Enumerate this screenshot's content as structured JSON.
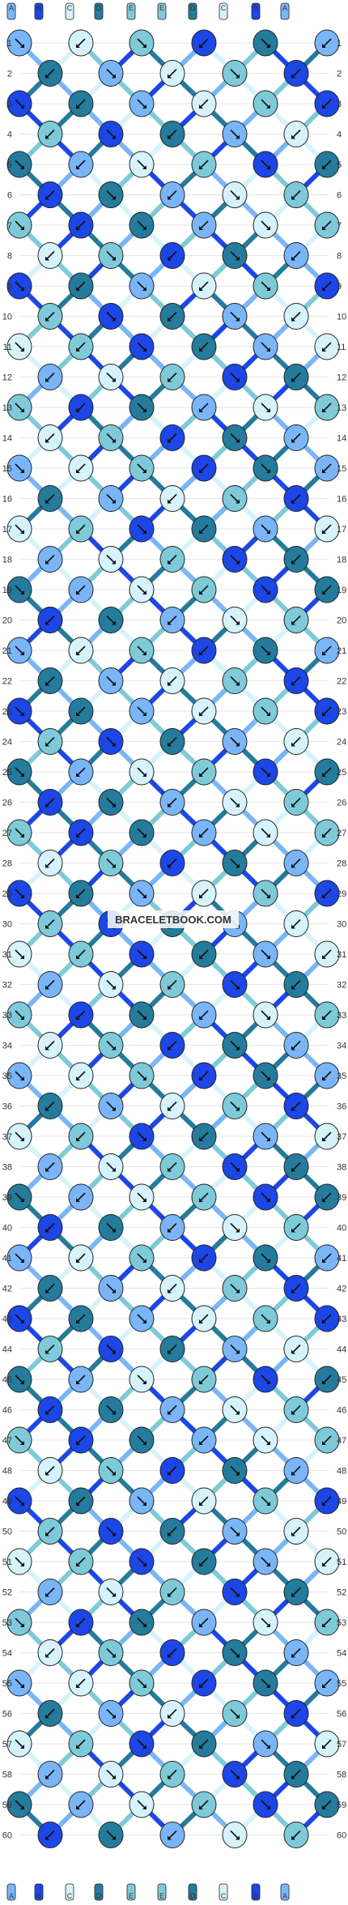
{
  "website": "BRACELETBOOK.COM",
  "row_count": 60,
  "strand_letters_top": [
    "A",
    "B",
    "C",
    "D",
    "E",
    "E",
    "D",
    "C",
    "B",
    "A"
  ],
  "strand_letters_bottom": [
    "A",
    "B",
    "C",
    "D",
    "E",
    "E",
    "D",
    "C",
    "B",
    "A"
  ],
  "colors": {
    "A": "#7ab6f7",
    "B": "#1d46e6",
    "C": "#d6f3fb",
    "D": "#257b9c",
    "E": "#7fcad9"
  },
  "knot_direction_legend": [
    "forward-knot-icon",
    "backward-knot-icon",
    "forward-backward-knot-icon",
    "backward-forward-knot-icon"
  ]
}
